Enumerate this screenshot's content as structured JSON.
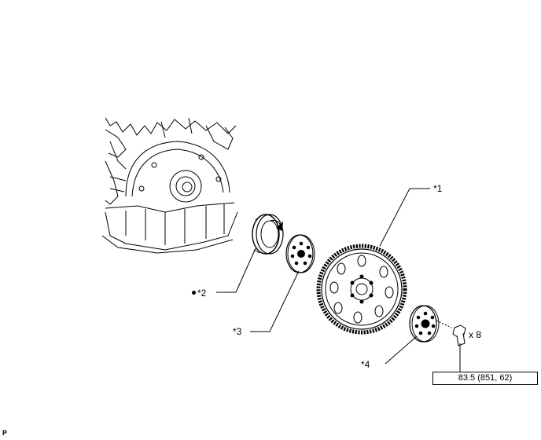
{
  "callouts": {
    "c1": "*1",
    "c2": "*2",
    "c3": "*3",
    "c4": "*4"
  },
  "quantity": "x 8",
  "torque": "83.5 (851, 62)",
  "corner_mark": "P",
  "icons": {
    "new_part_marker": "filled-dot",
    "rotation_arrow": "curved-arrow"
  }
}
